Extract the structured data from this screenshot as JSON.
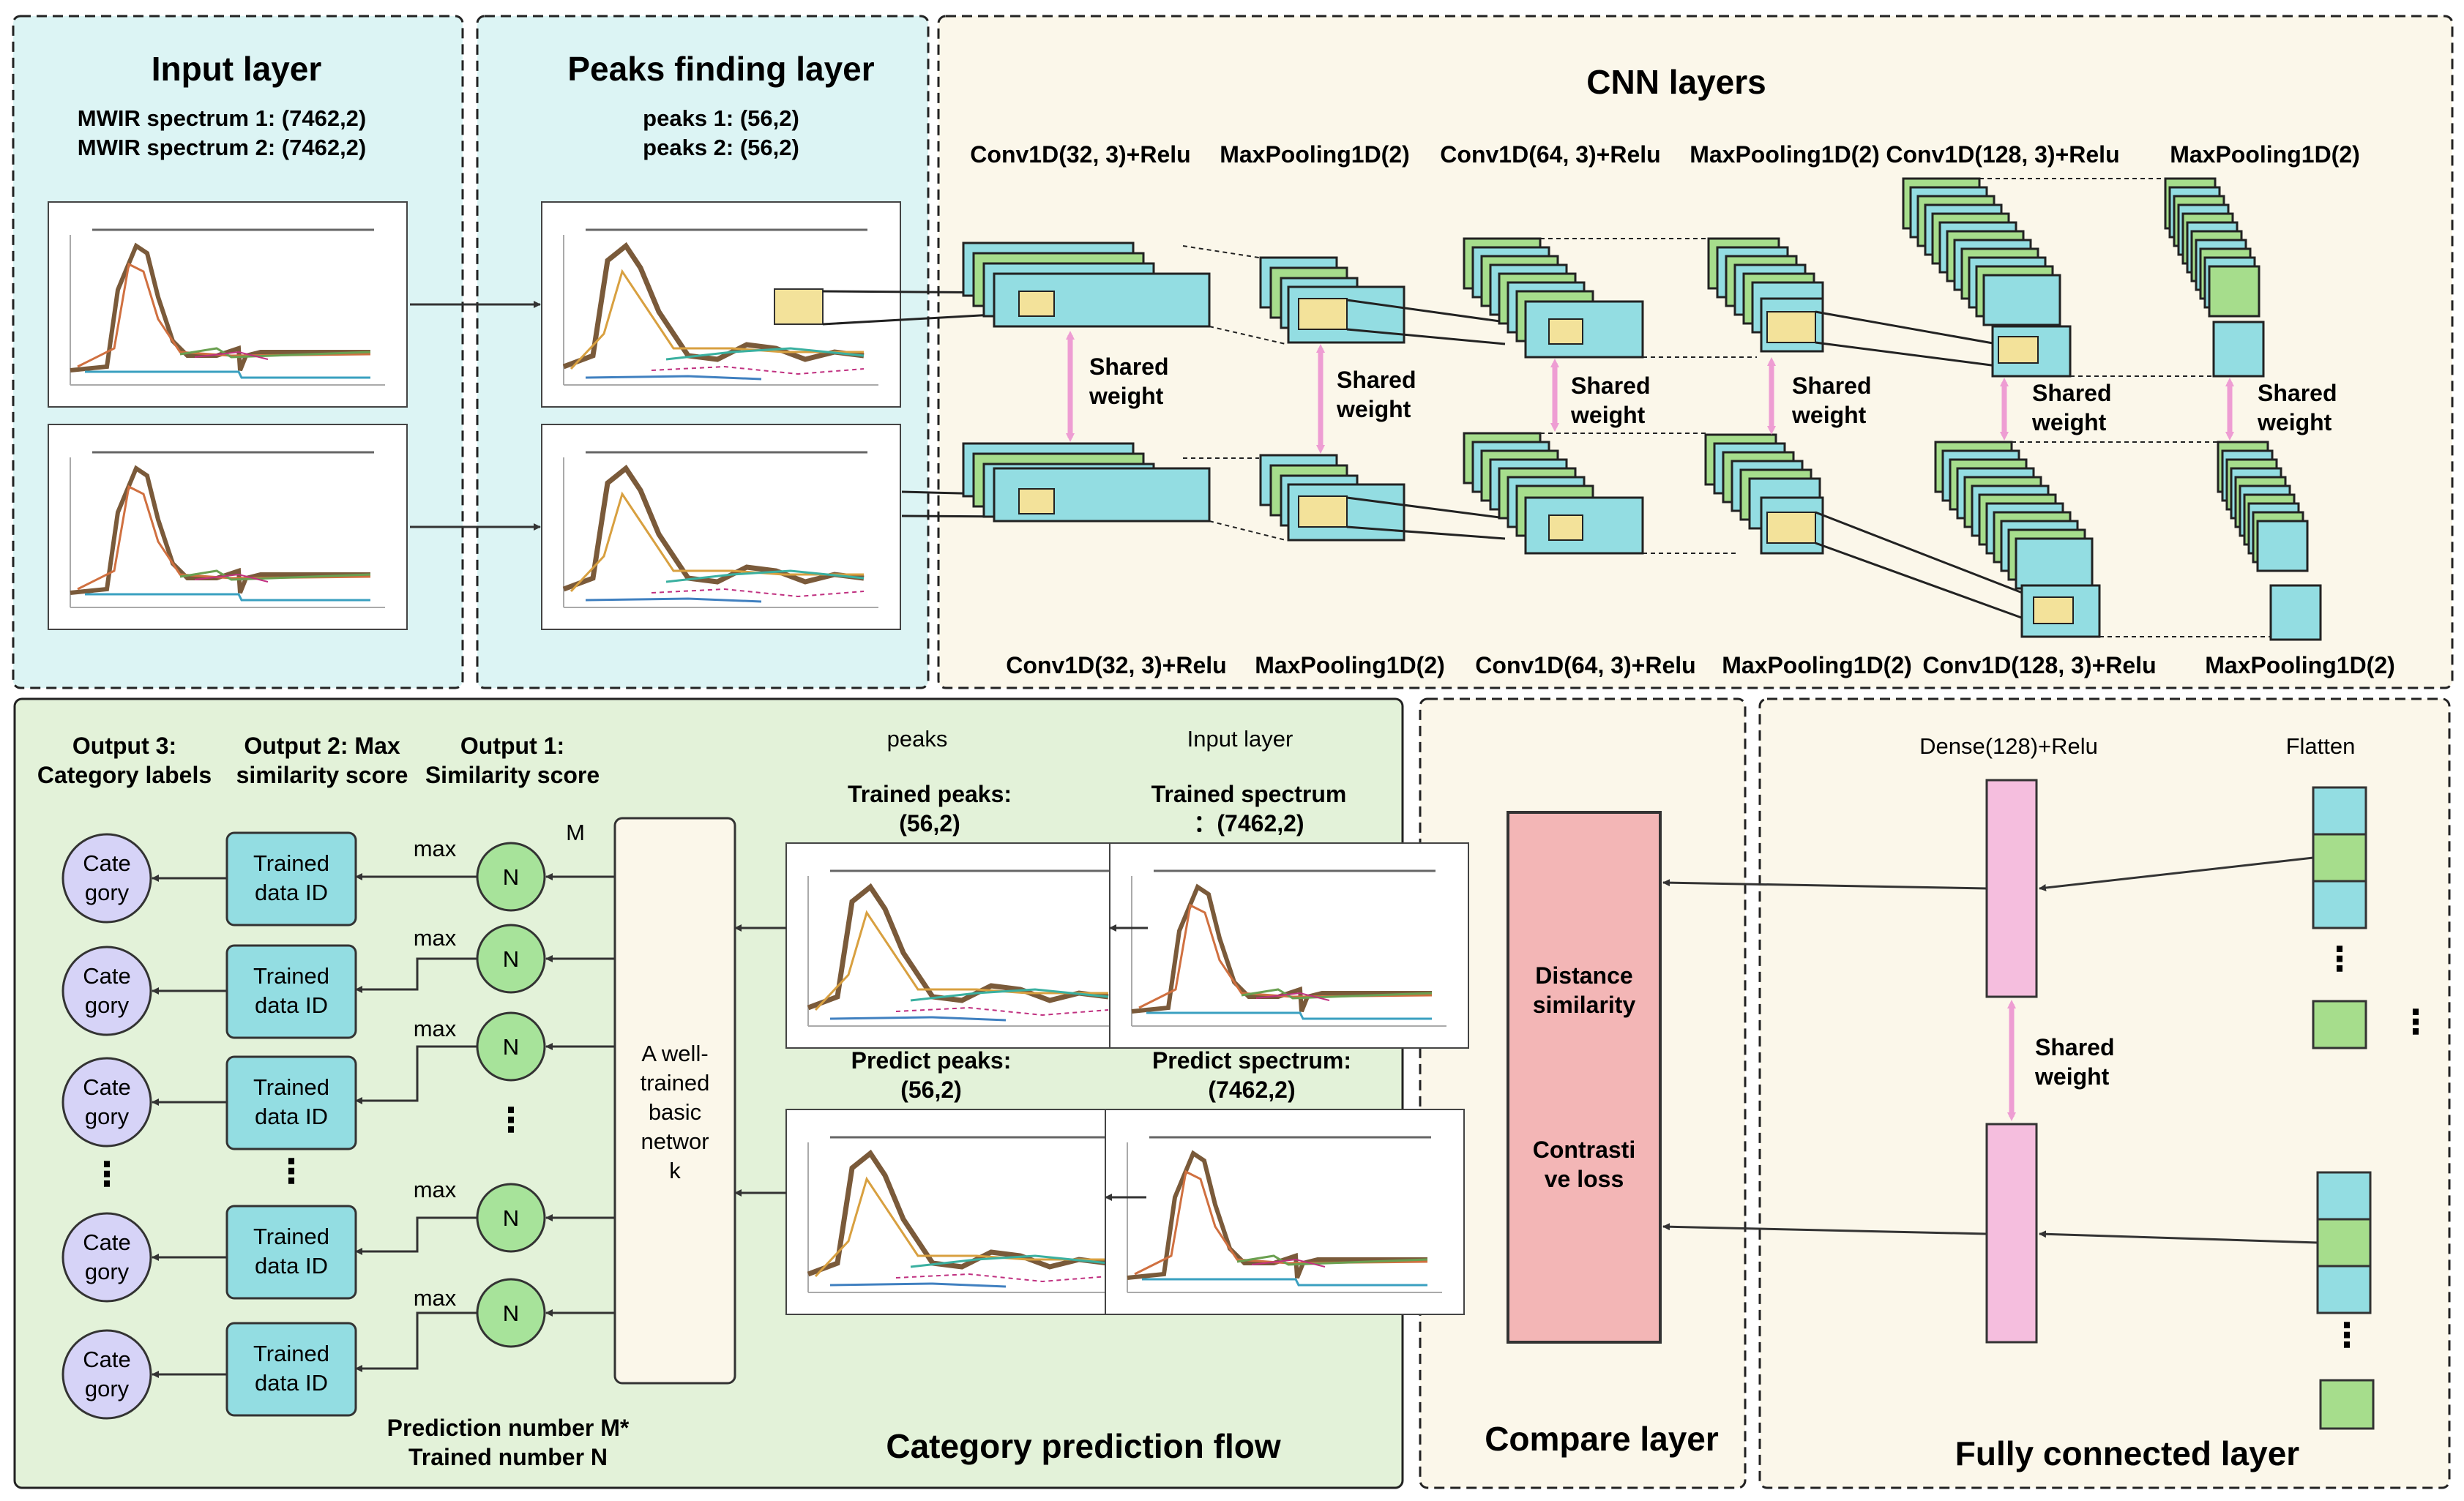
{
  "input_panel": {
    "title": "Input layer",
    "line1": "MWIR spectrum 1:  (7462,2)",
    "line2": "MWIR spectrum 2:  (7462,2)"
  },
  "peaks_panel": {
    "title": "Peaks finding layer",
    "line1": "peaks 1:  (56,2)",
    "line2": "peaks 2:  (56,2)"
  },
  "cnn_panel": {
    "title": "CNN layers",
    "top_labels": [
      "Conv1D(32, 3)+Relu",
      "MaxPooling1D(2)",
      "Conv1D(64, 3)+Relu",
      "MaxPooling1D(2)",
      "Conv1D(128, 3)+Relu",
      "MaxPooling1D(2)"
    ],
    "bottom_labels": [
      "Conv1D(32, 3)+Relu",
      "MaxPooling1D(2)",
      "Conv1D(64, 3)+Relu",
      "MaxPooling1D(2)",
      "Conv1D(128, 3)+Relu",
      "MaxPooling1D(2)"
    ],
    "shared_line1": "Shared",
    "shared_line2": "weight"
  },
  "prediction_panel": {
    "title": "Category prediction flow",
    "output3_line1": "Output 3:",
    "output3_line2": "Category labels",
    "output2_line1": "Output 2: Max",
    "output2_line2": "similarity score",
    "output1_line1": "Output 1:",
    "output1_line2": "Similarity score",
    "col_peaks": "peaks",
    "col_input": "Input layer",
    "trained_peaks_line1": "Trained peaks:",
    "trained_peaks_line2": "(56,2)",
    "trained_spectrum_line1": "Trained spectrum",
    "trained_spectrum_line2": "：(7462,2)",
    "predict_peaks_line1": "Predict peaks:",
    "predict_peaks_line2": "(56,2)",
    "predict_spectrum_line1": "Predict spectrum:",
    "predict_spectrum_line2": "(7462,2)",
    "network_lines": [
      "A well-",
      "trained",
      "basic",
      "networ",
      "k"
    ],
    "category_line1": "Cate",
    "category_line2": "gory",
    "trained_id_line1": "Trained",
    "trained_id_line2": "data ID",
    "node_label": "N",
    "max_label": "max",
    "m_label": "M",
    "ellipsis": "⋮",
    "footer_line1": "Prediction number M*",
    "footer_line2": "Trained number  N"
  },
  "compare_panel": {
    "title": "Compare layer",
    "text1_line1": "Distance",
    "text1_line2": "similarity",
    "text2_line1": "Contrasti",
    "text2_line2": "ve loss"
  },
  "fc_panel": {
    "title": "Fully connected layer",
    "dense_label": "Dense(128)+Relu",
    "flatten_label": "Flatten",
    "shared_line1": "Shared",
    "shared_line2": "weight",
    "ellipsis": "⋮"
  },
  "colors": {
    "panel_cyan": "#dcf4f4",
    "panel_cream": "#fbf7ea",
    "panel_green": "#e3f2d9",
    "layer_cyan": "#93dde2",
    "layer_green": "#a6dd8c",
    "peak_yellow": "#f3e29a",
    "shared_pink": "#ee9dd3",
    "node_green": "#a7e39a",
    "node_purple": "#d6d3f7",
    "compare_red": "#f3b6b6",
    "dense_pink": "#f5bede"
  }
}
